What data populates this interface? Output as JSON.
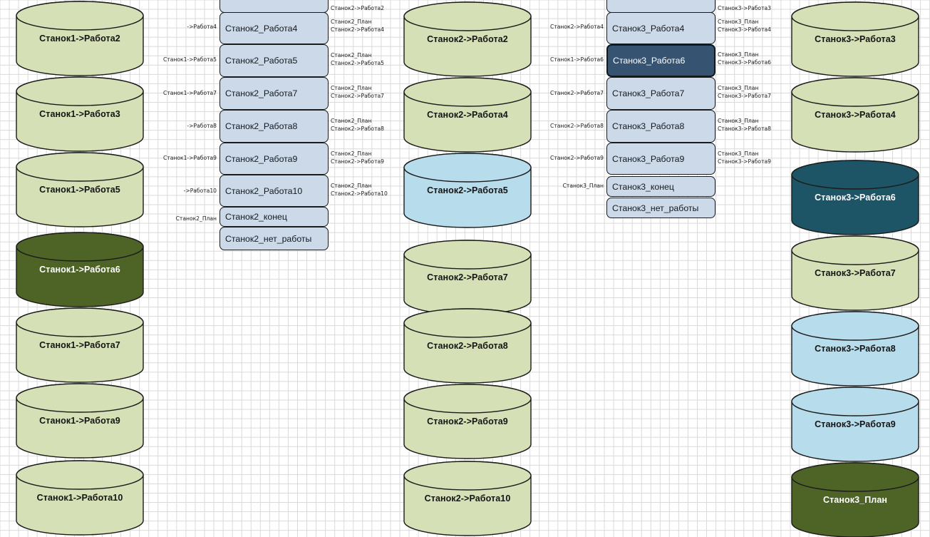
{
  "diagram": {
    "title": "State machine diagram with database nodes",
    "palette": {
      "grid_line": "#d9d9d9",
      "background": "#ffffff",
      "cylinder_green": "#d6e0b6",
      "cylinder_blue": "#b7dcec",
      "cylinder_olive": "#4e6427",
      "cylinder_teal": "#1d5567",
      "listbox_fill": "#ccd9e8",
      "listbox_selected": "#365372",
      "stroke": "#1b1b1b"
    },
    "columns": {
      "col1_cylinders": [
        {
          "label": "Станок1->Работа2",
          "color": "green"
        },
        {
          "label": "Станок1->Работа3",
          "color": "green"
        },
        {
          "label": "Станок1->Работа5",
          "color": "green"
        },
        {
          "label": "Станок1->Работа6",
          "color": "olive"
        },
        {
          "label": "Станок1->Работа7",
          "color": "green"
        },
        {
          "label": "Станок1->Работа9",
          "color": "green"
        },
        {
          "label": "Станок1->Работа10",
          "color": "green"
        }
      ],
      "col2_listboxes": [
        {
          "label": "",
          "selected": false
        },
        {
          "label": "Станок2_Работа4",
          "selected": false
        },
        {
          "label": "Станок2_Работа5",
          "selected": false
        },
        {
          "label": "Станок2_Работа7",
          "selected": false
        },
        {
          "label": "Станок2_Работа8",
          "selected": false
        },
        {
          "label": "Станок2_Работа9",
          "selected": false
        },
        {
          "label": "Станок2_Работа10",
          "selected": false
        },
        {
          "label": "Станок2_конец",
          "selected": false
        },
        {
          "label": "Станок2_нет_работы",
          "selected": false
        }
      ],
      "col2_left_labels": [
        "->Работа4",
        "Станок1->Работа5",
        "Станок1->Работа7",
        "->Работа8",
        "Станок1->Работа9",
        "->Работа10",
        "Станок2_План"
      ],
      "col2_right_labels": [
        {
          "top": "",
          "bottom": "Станок2->Работа2"
        },
        {
          "top": "Станок2_План",
          "bottom": "Станок2->Работа4"
        },
        {
          "top": "Станок2_План",
          "bottom": "Станок2->Работа5"
        },
        {
          "top": "Станок2_План",
          "bottom": "Станок2->Работа7"
        },
        {
          "top": "Станок2_План",
          "bottom": "Станок2->Работа8"
        },
        {
          "top": "Станок2_План",
          "bottom": "Станок2->Работа9"
        },
        {
          "top": "Станок2_План",
          "bottom": "Станок2->Работа10"
        }
      ],
      "col3_cylinders": [
        {
          "label": "Станок2->Работа2",
          "color": "green"
        },
        {
          "label": "Станок2->Работа4",
          "color": "green"
        },
        {
          "label": "Станок2->Работа5",
          "color": "blue"
        },
        {
          "label": "Станок2->Работа7",
          "color": "green"
        },
        {
          "label": "Станок2->Работа8",
          "color": "green"
        },
        {
          "label": "Станок2->Работа9",
          "color": "green"
        },
        {
          "label": "Станок2->Работа10",
          "color": "green"
        }
      ],
      "col4_listboxes": [
        {
          "label": "",
          "selected": false
        },
        {
          "label": "Станок3_Работа4",
          "selected": false
        },
        {
          "label": "Станок3_Работа6",
          "selected": true
        },
        {
          "label": "Станок3_Работа7",
          "selected": false
        },
        {
          "label": "Станок3_Работа8",
          "selected": false
        },
        {
          "label": "Станок3_Работа9",
          "selected": false
        },
        {
          "label": "Станок3_конец",
          "selected": false
        },
        {
          "label": "Станок3_нет_работы",
          "selected": false
        }
      ],
      "col4_left_labels": [
        "Станок2->Работа4",
        "Станок1->Работа6",
        "Станок2->Работа7",
        "Станок2->Работа8",
        "Станок2->Работа9",
        "Станок3_План"
      ],
      "col4_right_labels": [
        {
          "top": "",
          "bottom": "Станок3->Работа3"
        },
        {
          "top": "Станок3_План",
          "bottom": "Станок3->Работа4"
        },
        {
          "top": "Станок3_План",
          "bottom": "Станок3->Работа6"
        },
        {
          "top": "Станок3_План",
          "bottom": "Станок3->Работа7"
        },
        {
          "top": "Станок3_План",
          "bottom": "Станок3->Работа8"
        },
        {
          "top": "Станок3_План",
          "bottom": "Станок3->Работа9"
        }
      ],
      "col5_cylinders": [
        {
          "label": "Станок3->Работа3",
          "color": "green"
        },
        {
          "label": "Станок3->Работа4",
          "color": "green"
        },
        {
          "label": "Станок3->Работа6",
          "color": "teal"
        },
        {
          "label": "Станок3->Работа7",
          "color": "green"
        },
        {
          "label": "Станок3->Работа8",
          "color": "blue"
        },
        {
          "label": "Станок3->Работа9",
          "color": "blue"
        },
        {
          "label": "Станок3_План",
          "color": "olive"
        }
      ]
    }
  }
}
